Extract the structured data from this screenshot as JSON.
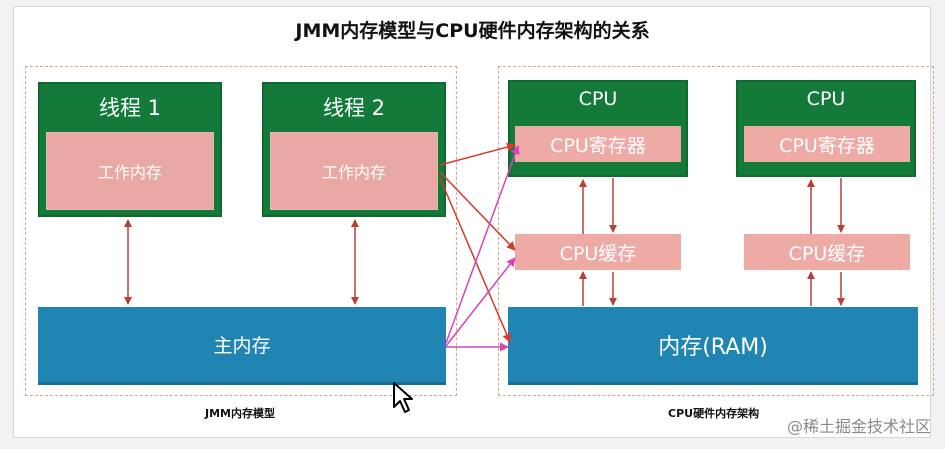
{
  "title": "JMM内存模型与CPU硬件内存架构的关系",
  "jmm": {
    "label": "JMM内存模型",
    "threads": [
      {
        "name": "线程 1",
        "work_memory": "工作内存"
      },
      {
        "name": "线程 2",
        "work_memory": "工作内存"
      }
    ],
    "main_memory": "主内存"
  },
  "hardware": {
    "label": "CPU硬件内存架构",
    "cpus": [
      {
        "name": "CPU",
        "register": "CPU寄存器",
        "cache": "CPU缓存"
      },
      {
        "name": "CPU",
        "register": "CPU寄存器",
        "cache": "CPU缓存"
      }
    ],
    "ram": "内存(RAM)"
  },
  "watermark": "@稀土掘金技术社区",
  "colors": {
    "thread_green": "#137a3a",
    "work_memory_pink": "#e8a8a4",
    "main_memory_blue": "#2185b3",
    "arrow_dark_red": "#b5413a",
    "arrow_red": "#d63a2a",
    "arrow_magenta": "#d545b8"
  }
}
